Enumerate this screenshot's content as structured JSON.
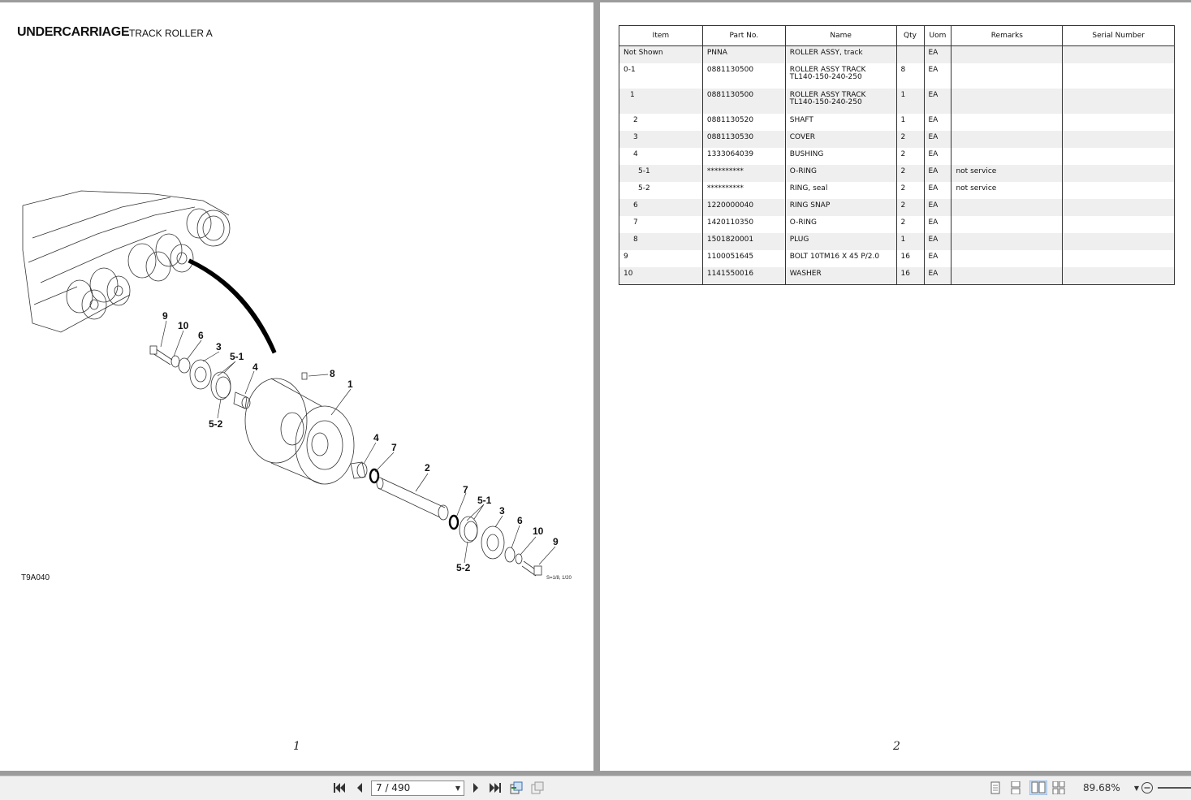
{
  "page1": {
    "title_main": "UNDERCARRIAGE",
    "title_sub": "TRACK ROLLER A",
    "figure_code": "T9A040",
    "scale_note": "S=1/8, 1/20",
    "page_number": "1",
    "callouts": {
      "c9a": "9",
      "c10a": "10",
      "c6a": "6",
      "c3a": "3",
      "c51a": "5-1",
      "c4a": "4",
      "c52a": "5-2",
      "c8": "8",
      "c1": "1",
      "c4b": "4",
      "c7a": "7",
      "c2": "2",
      "c7b": "7",
      "c51b": "5-1",
      "c3b": "3",
      "c6b": "6",
      "c10b": "10",
      "c9b": "9",
      "c52b": "5-2"
    }
  },
  "page2": {
    "page_number": "2",
    "columns": [
      "Item",
      "Part No.",
      "Name",
      "Qty",
      "Uom",
      "Remarks",
      "Serial Number"
    ],
    "rows": [
      {
        "item": "Not Shown",
        "part": "PNNA",
        "name": "ROLLER ASSY, track",
        "qty": "",
        "uom": "EA",
        "remarks": "",
        "serial": ""
      },
      {
        "item": "0-1",
        "part": "0881130500",
        "name": "ROLLER ASSY TRACK TL140-150-240-250",
        "qty": "8",
        "uom": "EA",
        "remarks": "",
        "serial": ""
      },
      {
        "item": "1",
        "part": "0881130500",
        "name": "ROLLER ASSY TRACK TL140-150-240-250",
        "qty": "1",
        "uom": "EA",
        "remarks": "",
        "serial": ""
      },
      {
        "item": "2",
        "part": "0881130520",
        "name": "SHAFT",
        "qty": "1",
        "uom": "EA",
        "remarks": "",
        "serial": ""
      },
      {
        "item": "3",
        "part": "0881130530",
        "name": "COVER",
        "qty": "2",
        "uom": "EA",
        "remarks": "",
        "serial": ""
      },
      {
        "item": "4",
        "part": "1333064039",
        "name": "BUSHING",
        "qty": "2",
        "uom": "EA",
        "remarks": "",
        "serial": ""
      },
      {
        "item": "5-1",
        "part": "**********",
        "name": "O-RING",
        "qty": "2",
        "uom": "EA",
        "remarks": "not service",
        "serial": ""
      },
      {
        "item": "5-2",
        "part": "**********",
        "name": "RING, seal",
        "qty": "2",
        "uom": "EA",
        "remarks": "not service",
        "serial": ""
      },
      {
        "item": "6",
        "part": "1220000040",
        "name": "RING SNAP",
        "qty": "2",
        "uom": "EA",
        "remarks": "",
        "serial": ""
      },
      {
        "item": "7",
        "part": "1420110350",
        "name": "O-RING",
        "qty": "2",
        "uom": "EA",
        "remarks": "",
        "serial": ""
      },
      {
        "item": "8",
        "part": "1501820001",
        "name": "PLUG",
        "qty": "1",
        "uom": "EA",
        "remarks": "",
        "serial": ""
      },
      {
        "item": "9",
        "part": "1100051645",
        "name": "BOLT 10TM16 X 45 P/2.0",
        "qty": "16",
        "uom": "EA",
        "remarks": "",
        "serial": ""
      },
      {
        "item": "10",
        "part": "1141550016",
        "name": "WASHER",
        "qty": "16",
        "uom": "EA",
        "remarks": "",
        "serial": ""
      }
    ]
  },
  "toolbar": {
    "page_indicator": "7 / 490",
    "zoom": "89.68%",
    "icons": [
      "first-page-icon",
      "prev-page-icon",
      "next-page-icon",
      "last-page-icon",
      "previous-view-icon",
      "next-view-icon",
      "single-page-icon",
      "continuous-icon",
      "facing-icon",
      "continuous-facing-icon",
      "zoom-dropdown-icon",
      "zoom-out-icon"
    ]
  }
}
